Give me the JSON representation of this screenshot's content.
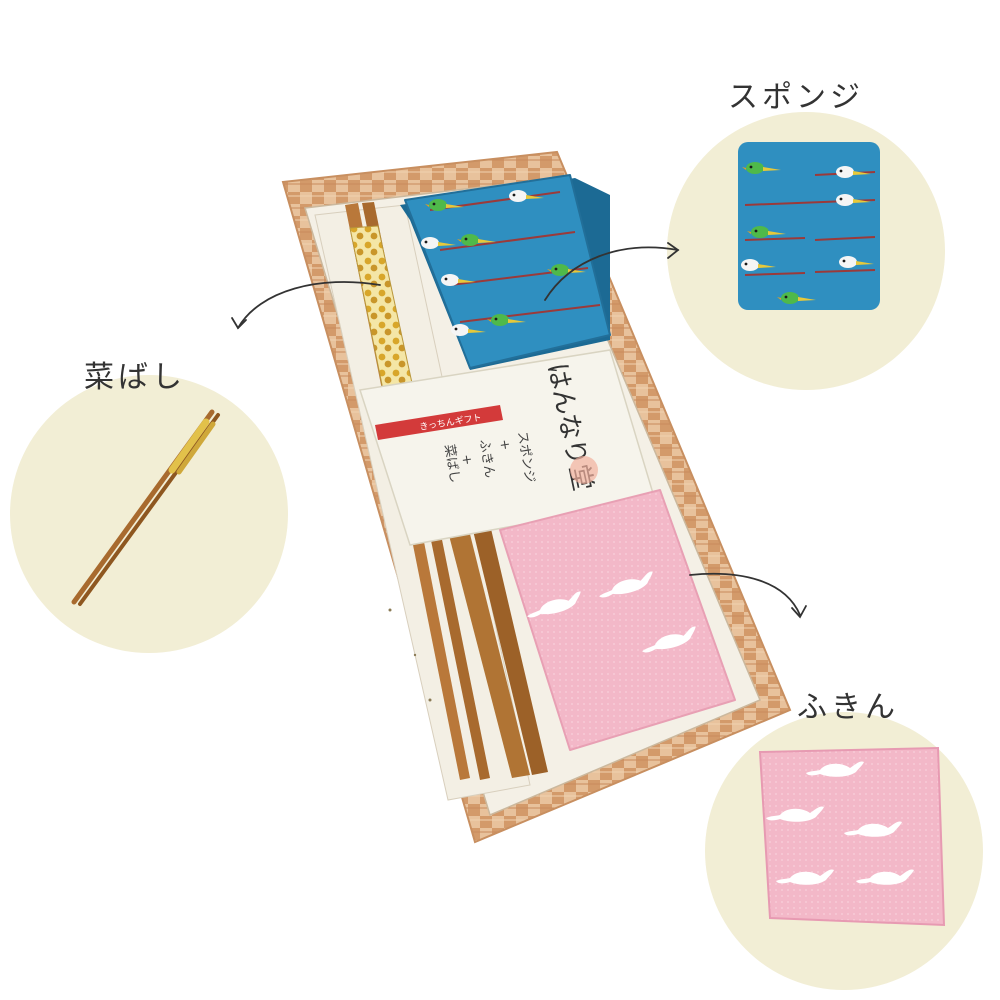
{
  "labels": {
    "sponge": "スポンジ",
    "chopsticks": "菜ばし",
    "cloth": "ふきん"
  },
  "package": {
    "band_header": "きっちんギフト",
    "band_contents": [
      "スポンジ",
      "+",
      "ふきん",
      "+",
      "菜ばし"
    ],
    "brand": "はんなり堂"
  },
  "colors": {
    "circle_bg": "#f2eed5",
    "box_wood": "#d9a77d",
    "sponge_blue": "#2f8fc0",
    "cloth_pink": "#f3b8c8",
    "band_red": "#d33a3a",
    "chopstick_wood": "#a86a2e"
  },
  "icons": [
    "arrow-icon",
    "bird-icon",
    "rabbit-icon"
  ]
}
